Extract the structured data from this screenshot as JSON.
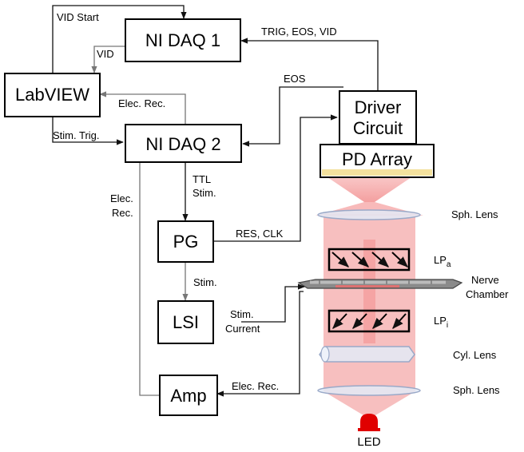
{
  "colors": {
    "beam": "#f08080",
    "led": "#e00000",
    "lens_fill": "#e3eaf6",
    "lens_stroke": "#9aa9c8",
    "wire_dark": "#111111",
    "wire_gray": "#777777",
    "detector_strip": "#f3e19e"
  },
  "blocks": {
    "labview": "LabVIEW",
    "daq1": "NI DAQ 1",
    "daq2": "NI DAQ 2",
    "driver_line1": "Driver",
    "driver_line2": "Circuit",
    "pd_array": "PD Array",
    "pg": "PG",
    "lsi": "LSI",
    "amp": "Amp"
  },
  "signals": {
    "vid_start": "VID Start",
    "vid": "VID",
    "trig_eos_vid": "TRIG, EOS, VID",
    "eos": "EOS",
    "elec_rec_top": "Elec. Rec.",
    "stim_trig": "Stim. Trig.",
    "ttl_line1": "TTL",
    "ttl_line2": "Stim.",
    "elec_rec_left_line1": "Elec.",
    "elec_rec_left_line2": "Rec.",
    "res_clk": "RES, CLK",
    "stim_pg": "Stim.",
    "stim_current_line1": "Stim.",
    "stim_current_line2": "Current",
    "elec_rec_amp": "Elec. Rec."
  },
  "optics": {
    "sph_lens_top": "Sph. Lens",
    "lp_a_main": "LP",
    "lp_a_sub": "a",
    "nerve_line1": "Nerve",
    "nerve_line2": "Chamber",
    "lp_i_main": "LP",
    "lp_i_sub": "i",
    "cyl_lens": "Cyl. Lens",
    "sph_lens_bottom": "Sph. Lens",
    "led": "LED"
  }
}
